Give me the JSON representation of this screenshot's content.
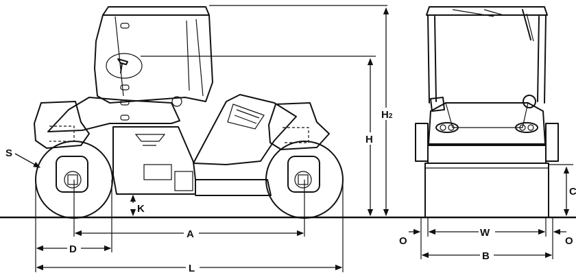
{
  "labels": {
    "S": "S",
    "K": "K",
    "D": "D",
    "A": "A",
    "L": "L",
    "H": "H",
    "H2_main": "H",
    "H2_sub": "2",
    "C": "C",
    "O_left": "O",
    "O_right": "O",
    "W": "W",
    "B": "B"
  }
}
